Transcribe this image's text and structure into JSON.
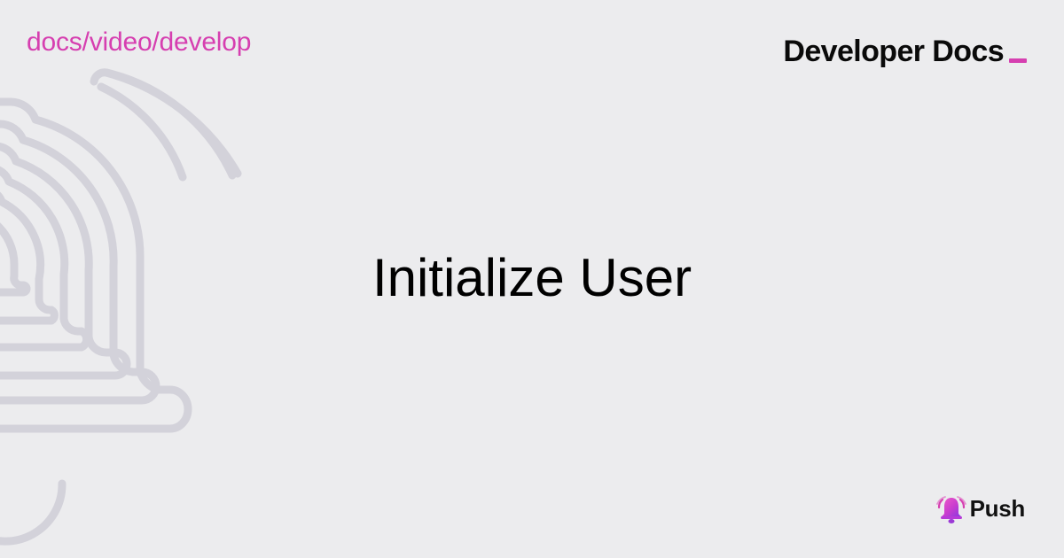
{
  "header": {
    "breadcrumb": "docs/video/develop",
    "brand_title": "Developer Docs"
  },
  "main": {
    "title": "Initialize User"
  },
  "footer": {
    "logo_text": "Push"
  },
  "icons": {
    "background": "bell-outline-icon",
    "logo": "bell-icon"
  },
  "colors": {
    "background": "#ececee",
    "accent": "#d63fb0",
    "text": "#000000",
    "decor_stroke": "#d3d2da"
  }
}
